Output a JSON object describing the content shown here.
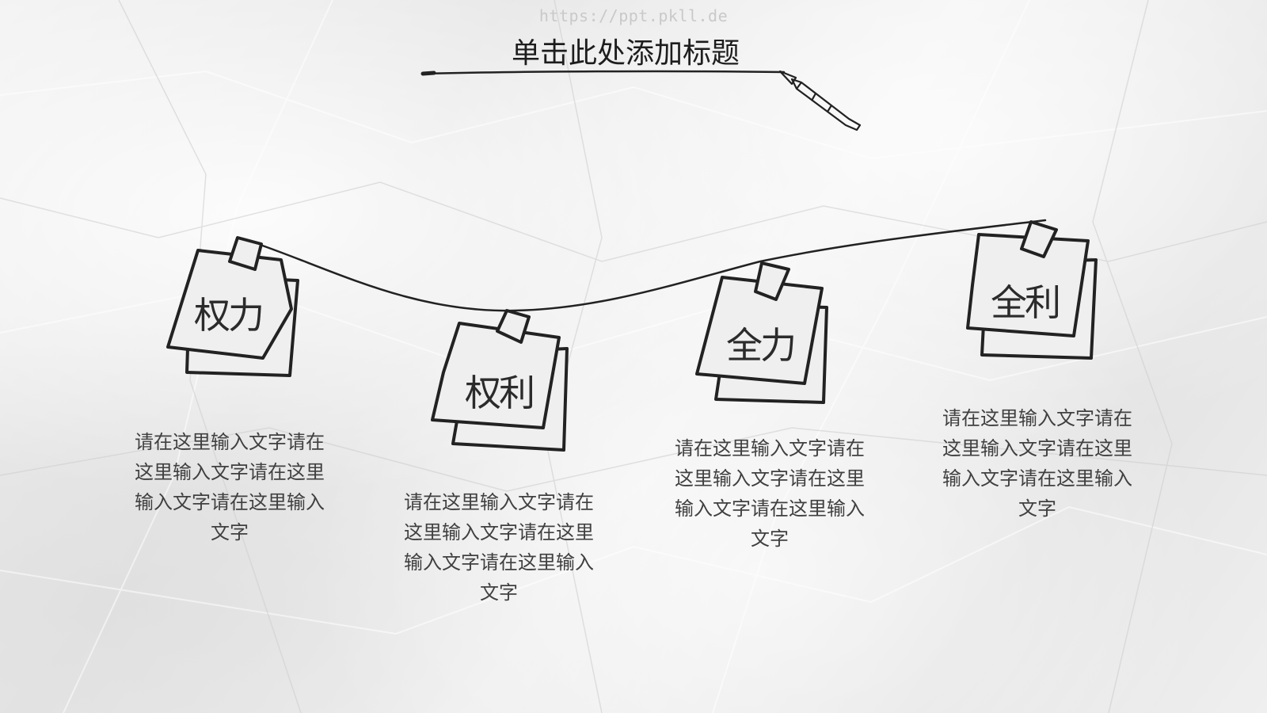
{
  "watermark": "https://ppt.pkll.de",
  "title": "单击此处添加标题",
  "notes": [
    {
      "label": "权力",
      "text": "请在这里输入文字请在这里输入文字请在这里输入文字请在这里输入文字"
    },
    {
      "label": "权利",
      "text": "请在这里输入文字请在这里输入文字请在这里输入文字请在这里输入文字"
    },
    {
      "label": "全力",
      "text": "请在这里输入文字请在这里输入文字请在这里输入文字请在这里输入文字"
    },
    {
      "label": "全利",
      "text": "请在这里输入文字请在这里输入文字请在这里输入文字请在这里输入文字"
    }
  ],
  "icons": {
    "pen": "fountain-pen-icon"
  },
  "colors": {
    "ink": "#222222",
    "text": "#404040"
  }
}
